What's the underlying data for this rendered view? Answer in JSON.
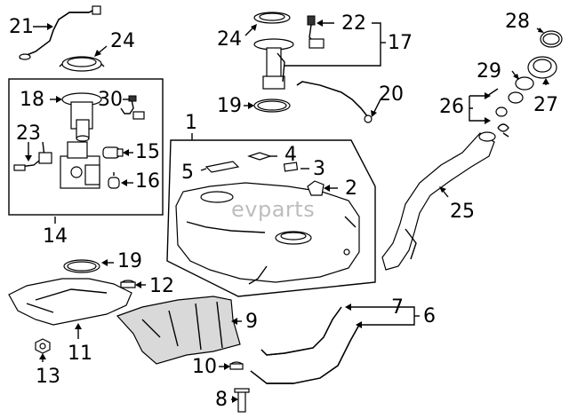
{
  "watermark": "evparts",
  "callouts": {
    "c1": "1",
    "c2": "2",
    "c3": "3",
    "c4": "4",
    "c5": "5",
    "c6": "6",
    "c7": "7",
    "c8": "8",
    "c9": "9",
    "c10": "10",
    "c11": "11",
    "c12": "12",
    "c13": "13",
    "c14": "14",
    "c15": "15",
    "c16": "16",
    "c17": "17",
    "c18": "18",
    "c19a": "19",
    "c19b": "19",
    "c20": "20",
    "c21": "21",
    "c22": "22",
    "c23": "23",
    "c24a": "24",
    "c24b": "24",
    "c25": "25",
    "c26": "26",
    "c27": "27",
    "c28": "28",
    "c29": "29",
    "c30": "30"
  }
}
